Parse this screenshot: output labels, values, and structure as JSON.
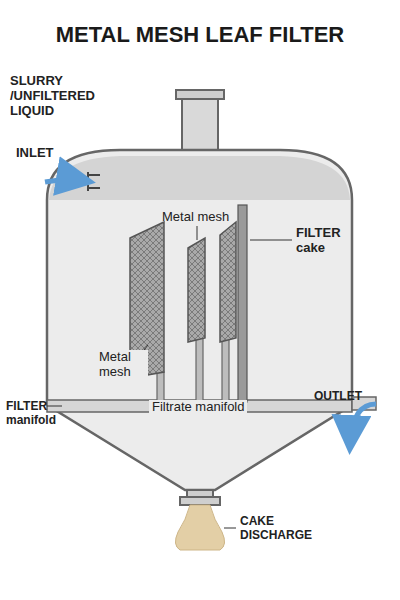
{
  "diagram": {
    "title": "METAL MESH LEAF FILTER",
    "labels": [
      "SLURRY /UNFILTERED LIQUID",
      "INLET",
      "Metal mesh",
      "FILTER cake",
      "Metal mesh",
      "FILTER manifold",
      "Filtrate manifold",
      "OUTLET",
      "CAKE DISCHARGE"
    ]
  }
}
